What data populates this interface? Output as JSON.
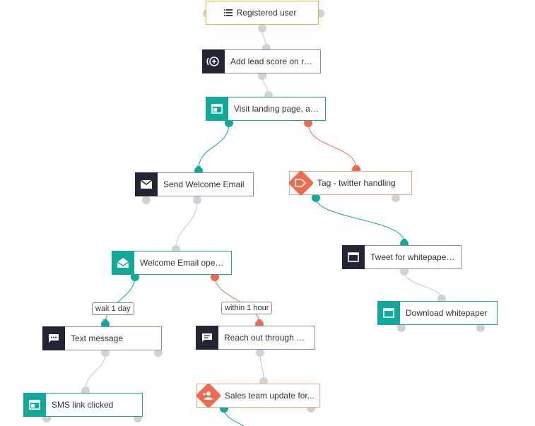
{
  "nodes": {
    "registered_user": {
      "label": "Registered user",
      "icon": "list-icon"
    },
    "add_lead_score": {
      "label": "Add lead score on reg...",
      "icon": "lead-score-icon"
    },
    "visit_landing_page": {
      "label": "Visit landing page, ap...",
      "icon": "landing-page-icon"
    },
    "send_welcome_email": {
      "label": "Send Welcome Email",
      "icon": "envelope-icon"
    },
    "tag_twitter": {
      "label": "Tag - twitter handling",
      "icon": "tag-icon"
    },
    "welcome_email_opened": {
      "label": "Welcome Email opened",
      "icon": "open-envelope-icon"
    },
    "tweet_whitepaper": {
      "label": "Tweet for whitepaper ...",
      "icon": "window-icon"
    },
    "download_whitepaper": {
      "label": "Download whitepaper",
      "icon": "window-icon"
    },
    "text_message": {
      "label": "Text message",
      "icon": "chat-bubble-icon"
    },
    "reach_out": {
      "label": "Reach out through mu...",
      "icon": "chat-bubble-icon"
    },
    "sms_link_clicked": {
      "label": "SMS link clicked",
      "icon": "landing-page-icon"
    },
    "sales_team_update": {
      "label": "Sales team update for...",
      "icon": "add-person-icon"
    }
  },
  "edge_labels": {
    "wait_1_day": "wait 1 day",
    "within_1_hour": "within 1 hour"
  },
  "colors": {
    "yes_branch": "#12a89a",
    "no_branch": "#ee6b4d",
    "connector_grey": "#c8c8c8",
    "dark_icon_bg": "#222534",
    "start_border": "#f0b429",
    "action_border": "#7a8fbf"
  }
}
